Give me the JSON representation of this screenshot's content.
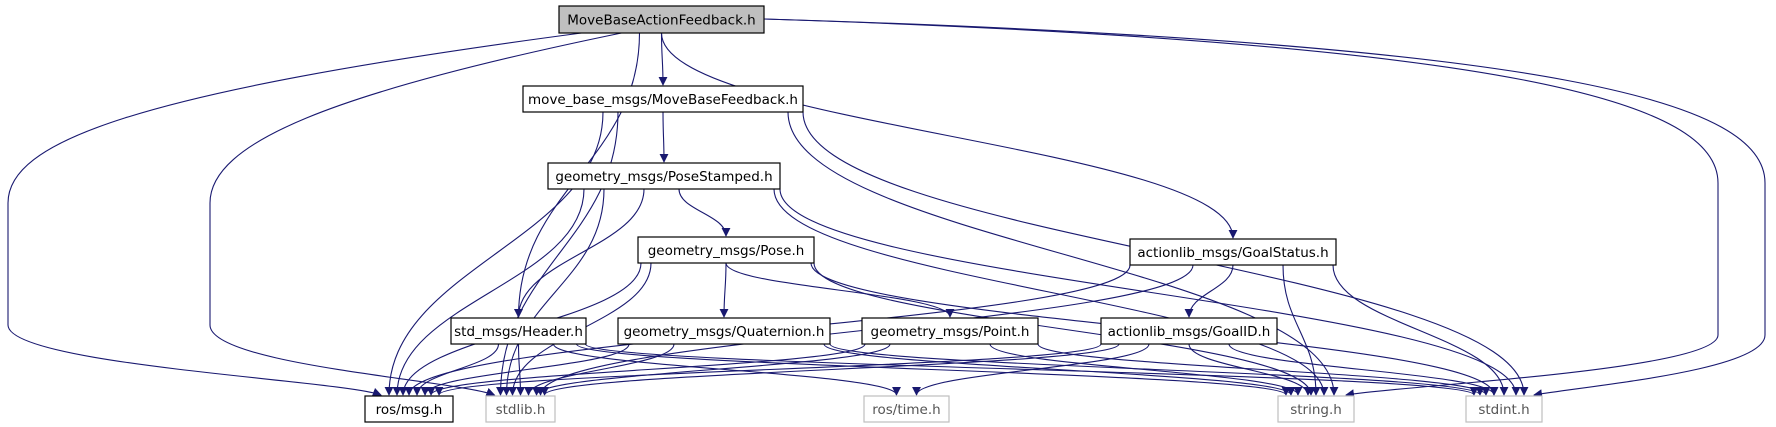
{
  "colors": {
    "edge": "#191970",
    "root_fill": "#bfbfbf",
    "node_border": "#000000",
    "external_border": "#bfbfbf",
    "node_fill": "#ffffff"
  },
  "nodes": [
    {
      "id": "root",
      "label": "MoveBaseActionFeedback.h",
      "kind": "root"
    },
    {
      "id": "mbf",
      "label": "move_base_msgs/MoveBaseFeedback.h",
      "kind": "normal"
    },
    {
      "id": "ps",
      "label": "geometry_msgs/PoseStamped.h",
      "kind": "normal"
    },
    {
      "id": "pose",
      "label": "geometry_msgs/Pose.h",
      "kind": "normal"
    },
    {
      "id": "gs",
      "label": "actionlib_msgs/GoalStatus.h",
      "kind": "normal"
    },
    {
      "id": "hdr",
      "label": "std_msgs/Header.h",
      "kind": "normal"
    },
    {
      "id": "quat",
      "label": "geometry_msgs/Quaternion.h",
      "kind": "normal"
    },
    {
      "id": "pt",
      "label": "geometry_msgs/Point.h",
      "kind": "normal"
    },
    {
      "id": "gid",
      "label": "actionlib_msgs/GoalID.h",
      "kind": "normal"
    },
    {
      "id": "rosmsg",
      "label": "ros/msg.h",
      "kind": "normal"
    },
    {
      "id": "stdlib",
      "label": "stdlib.h",
      "kind": "external"
    },
    {
      "id": "rostime",
      "label": "ros/time.h",
      "kind": "external"
    },
    {
      "id": "string",
      "label": "string.h",
      "kind": "external"
    },
    {
      "id": "stdint",
      "label": "stdint.h",
      "kind": "external"
    }
  ],
  "edges": [
    [
      "root",
      "mbf"
    ],
    [
      "root",
      "gs"
    ],
    [
      "root",
      "hdr"
    ],
    [
      "root",
      "rosmsg"
    ],
    [
      "root",
      "stdlib"
    ],
    [
      "root",
      "string"
    ],
    [
      "root",
      "stdint"
    ],
    [
      "mbf",
      "ps"
    ],
    [
      "mbf",
      "rosmsg"
    ],
    [
      "mbf",
      "stdlib"
    ],
    [
      "mbf",
      "string"
    ],
    [
      "mbf",
      "stdint"
    ],
    [
      "ps",
      "pose"
    ],
    [
      "ps",
      "hdr"
    ],
    [
      "ps",
      "rosmsg"
    ],
    [
      "ps",
      "stdlib"
    ],
    [
      "ps",
      "string"
    ],
    [
      "ps",
      "stdint"
    ],
    [
      "pose",
      "quat"
    ],
    [
      "pose",
      "pt"
    ],
    [
      "pose",
      "rosmsg"
    ],
    [
      "pose",
      "stdlib"
    ],
    [
      "pose",
      "string"
    ],
    [
      "pose",
      "stdint"
    ],
    [
      "gs",
      "gid"
    ],
    [
      "gs",
      "rosmsg"
    ],
    [
      "gs",
      "stdlib"
    ],
    [
      "gs",
      "string"
    ],
    [
      "gs",
      "stdint"
    ],
    [
      "hdr",
      "rosmsg"
    ],
    [
      "hdr",
      "stdlib"
    ],
    [
      "hdr",
      "rostime"
    ],
    [
      "hdr",
      "string"
    ],
    [
      "hdr",
      "stdint"
    ],
    [
      "quat",
      "rosmsg"
    ],
    [
      "quat",
      "stdlib"
    ],
    [
      "quat",
      "string"
    ],
    [
      "quat",
      "stdint"
    ],
    [
      "pt",
      "rosmsg"
    ],
    [
      "pt",
      "stdlib"
    ],
    [
      "pt",
      "string"
    ],
    [
      "pt",
      "stdint"
    ],
    [
      "gid",
      "rosmsg"
    ],
    [
      "gid",
      "stdlib"
    ],
    [
      "gid",
      "rostime"
    ],
    [
      "gid",
      "string"
    ],
    [
      "gid",
      "stdint"
    ]
  ]
}
